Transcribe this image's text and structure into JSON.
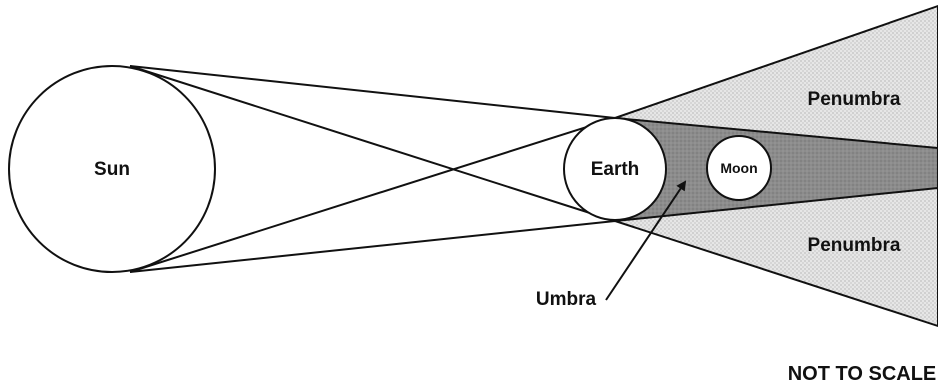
{
  "labels": {
    "sun": "Sun",
    "earth": "Earth",
    "moon": "Moon",
    "penumbra_top": "Penumbra",
    "penumbra_bottom": "Penumbra",
    "umbra": "Umbra",
    "scale_note": "NOT TO SCALE"
  },
  "colors": {
    "penumbra_fill": "#e4e4e4",
    "umbra_fill": "#8f8f8f",
    "line": "#111111",
    "body_fill": "#ffffff"
  }
}
